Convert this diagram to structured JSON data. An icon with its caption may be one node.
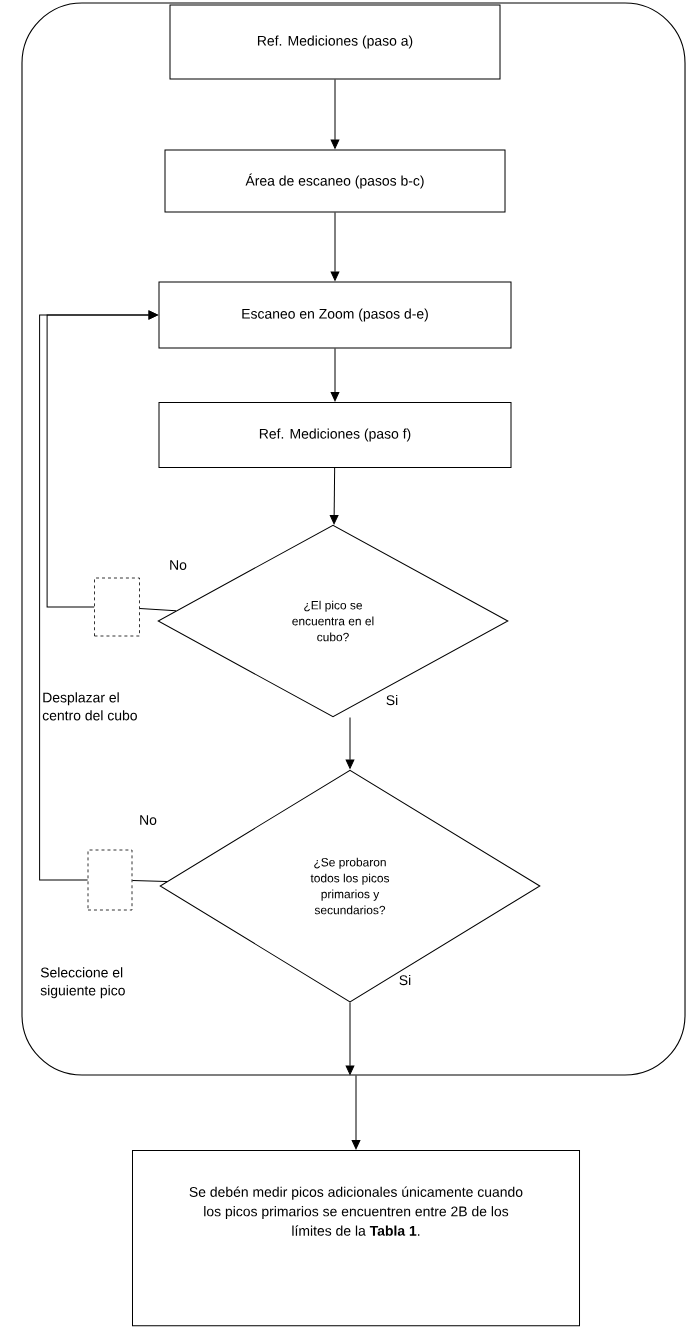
{
  "diagram": {
    "nodes": [
      {
        "text": [],
        "shape": "box"
      },
      {
        "text": [
          "Ref. Mediciones (paso a)"
        ],
        "in": 0
      },
      {
        "text": [
          "Área de escaneo (pasos b-c)"
        ],
        "in": 0
      },
      {
        "text": [
          "Escaneo en Zoom (pasos d-e)"
        ],
        "in": 0
      },
      {
        "text": [
          "Ref. Mediciones (paso f)"
        ],
        "in": 0
      },
      {
        "text": [
          "¿El pico se encuentra en el cubo?"
        ],
        "in": 0
      },
      {
        "text": [],
        "shape": "box",
        "in": 0
      },
      {
        "text": [
          "¿Se probaron todos los picos primarios y secundarios?"
        ],
        "in": 0
      },
      {
        "text": [],
        "shape": "box",
        "in": 0
      },
      {
        "text": [
          "Se debén medir picos adicionales únicamente cuando los picos primarios se encuentren entre 2B de los límites de la **Tabla 1**."
        ]
      }
    ],
    "edges": [
      {
        "from": 1,
        "to": 2,
        "arrow": "to"
      },
      {
        "from": 2,
        "to": 3,
        "arrow": "to"
      },
      {
        "from": 3,
        "to": 4,
        "arrow": "to"
      },
      {
        "from": 4,
        "to": 5,
        "arrow": "to"
      },
      {
        "from": 5,
        "to": 6,
        "arrow": "none",
        "label": "No"
      },
      {
        "from": 6,
        "to": 3,
        "arrow": "to"
      },
      {
        "from": 5,
        "to": 7,
        "arrow": "to",
        "label": "Si"
      },
      {
        "from": 7,
        "to": 8,
        "arrow": "none",
        "label": "No"
      },
      {
        "from": 8,
        "to": 3,
        "arrow": "to"
      },
      {
        "from": 7,
        "to": 0,
        "arrow": "to",
        "label": "Si"
      },
      {
        "from": 0,
        "to": 9,
        "arrow": "to"
      }
    ],
    "labels": [
      "Desplazar el centro del cubo",
      "Seleccione el siguiente pico"
    ]
  }
}
